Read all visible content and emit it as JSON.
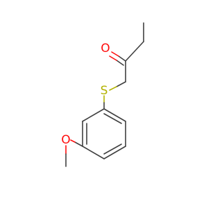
{
  "molecule": {
    "atoms": {
      "oxygen_carbonyl": "O",
      "sulfur": "S",
      "oxygen_methoxy": "O"
    },
    "colors": {
      "bond": "#404040",
      "oxygen": "#ff0d0d",
      "sulfur": "#b2b200",
      "background": "#ffffff"
    }
  }
}
